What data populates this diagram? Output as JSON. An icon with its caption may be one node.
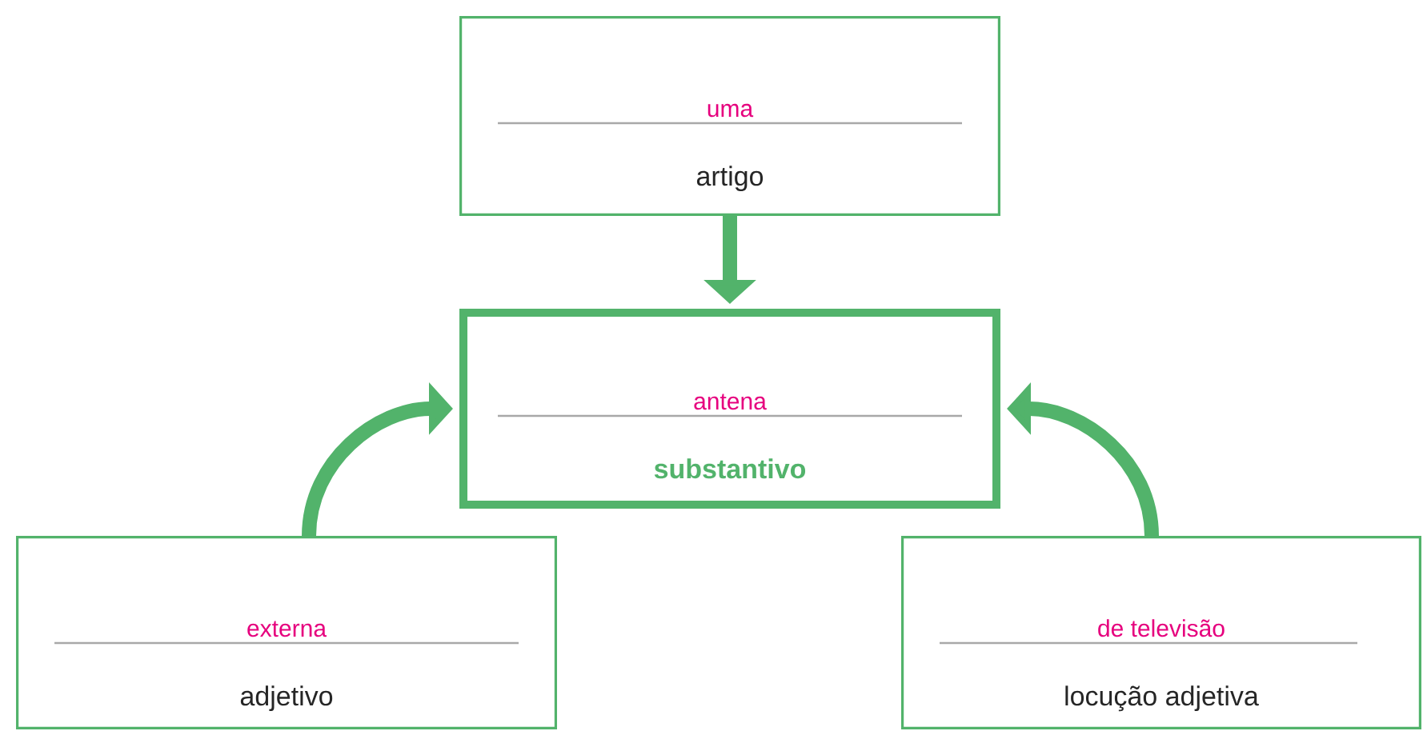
{
  "diagram": {
    "nodes": [
      {
        "text": [
          "uma",
          "artigo"
        ]
      },
      {
        "text": [
          "antena",
          "substantivo"
        ]
      },
      {
        "text": [
          "externa",
          "adjetivo"
        ]
      },
      {
        "text": [
          "de televisão",
          "locução adjetiva"
        ]
      }
    ],
    "edges": [
      {
        "from": 0,
        "to": 1,
        "arrow": "to"
      },
      {
        "from": 2,
        "to": 1,
        "arrow": "to"
      },
      {
        "from": 3,
        "to": 1,
        "arrow": "to"
      }
    ]
  }
}
